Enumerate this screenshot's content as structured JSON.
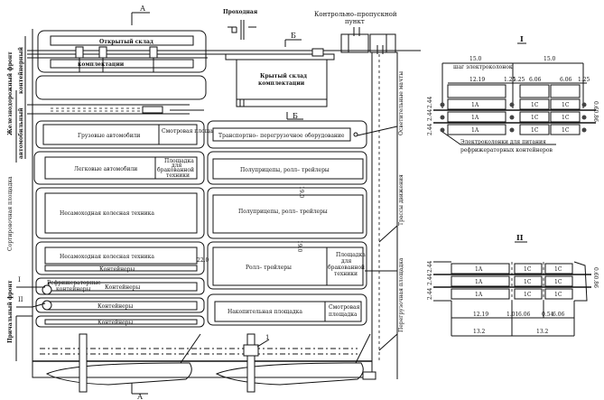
{
  "diagram": {
    "title": "Container terminal layout",
    "section_marks": {
      "a_top": "А",
      "a_bottom": "А",
      "b_top": "Б",
      "b_bottom": "Б"
    },
    "top_labels": {
      "gate": "Проходная",
      "checkpoint_line1": "Контрольно–пропускной",
      "checkpoint_line2": "пункт"
    },
    "zones_left": {
      "open_storage": "Открытый склад",
      "open_storage_sub": "комплектации",
      "trucks": "Грузовые автомобили",
      "inspection_1": "Смотровая площадка",
      "cars": "Легковые автомобили",
      "bad_equipment_1_line1": "Площадка",
      "bad_equipment_1_line2": "для",
      "bad_equipment_1_line3": "бракованной",
      "bad_equipment_1_line4": "техники",
      "wheeled_1": "Несамоходная колесная техника",
      "wheeled_2": "Несамоходная колесная техника",
      "containers_strip_1": "Контейнеры",
      "refrigerated_line1": "Рефрижераторные",
      "refrigerated_line2": "контейнеры",
      "containers_1": "Контейнеры",
      "containers_2": "Контейнеры",
      "containers_strip_2": "Контейнеры"
    },
    "zones_right": {
      "covered_storage_line1": "Крытый склад",
      "covered_storage_line2": "комплектации",
      "handling_equipment": "Транспортно– перегрузочное оборудование",
      "semitrailers_1": "Полуприцепы, ролл– трейлеры",
      "semitrailers_2": "Полуприцепы, ролл– трейлеры",
      "roll_trailers": "Ролл– трейлеры",
      "bad_equipment_2_line1": "Площадка",
      "bad_equipment_2_line2": "для",
      "bad_equipment_2_line3": "бракованной",
      "bad_equipment_2_line4": "техники",
      "accumulation": "Накопительная площадка",
      "inspection_2_line1": "Смотровая",
      "inspection_2_line2": "площадка"
    },
    "dimensions": {
      "d22": "22.0",
      "d19a": "19.0",
      "d19b": "19.0"
    },
    "side_labels": {
      "rail_front": "Железнодорожный фронт",
      "rail_front_sub": "контейнерный",
      "auto": "автомобильный",
      "sorting_area": "Сортировочная площадка",
      "berth_front": "Причальный фронт",
      "lighting_masts": "Осветительные мачты",
      "traffic_routes": "Трассы движения",
      "transfer_area": "Перегрузочная площадка"
    },
    "callouts": {
      "roman_1": "I",
      "roman_2": "II",
      "num_1": "1"
    }
  },
  "detail_1": {
    "title": "I",
    "top_dims": [
      "15.0",
      "15.0"
    ],
    "pitch_label": "шаг электроколонок",
    "col_dims": [
      "12.19",
      "1.25",
      "1.25",
      "6.06",
      "6.06",
      "1.25"
    ],
    "row_dims": [
      "2.44",
      "2.44",
      "2.44"
    ],
    "side_dim": "0.60.86",
    "rows": [
      [
        "1A",
        "1C",
        "1C"
      ],
      [
        "1A",
        "1C",
        "1C"
      ],
      [
        "1A",
        "1C",
        "1C"
      ]
    ],
    "note_line1": "Электроколонки для питания",
    "note_line2": "рефрижераторных контейнеров"
  },
  "detail_2": {
    "title": "II",
    "rows": [
      [
        "1A",
        "1C",
        "1C"
      ],
      [
        "1A",
        "1C",
        "1C"
      ],
      [
        "1A",
        "1C",
        "1C"
      ]
    ],
    "row_dims": [
      "2.44",
      "2.44",
      "2.44"
    ],
    "side_dim": "0.60.86",
    "col_dims": [
      "12.19",
      "1.01",
      "6.06",
      "0.54",
      "6.06"
    ],
    "bottom_dims": [
      "13.2",
      "13.2"
    ]
  }
}
